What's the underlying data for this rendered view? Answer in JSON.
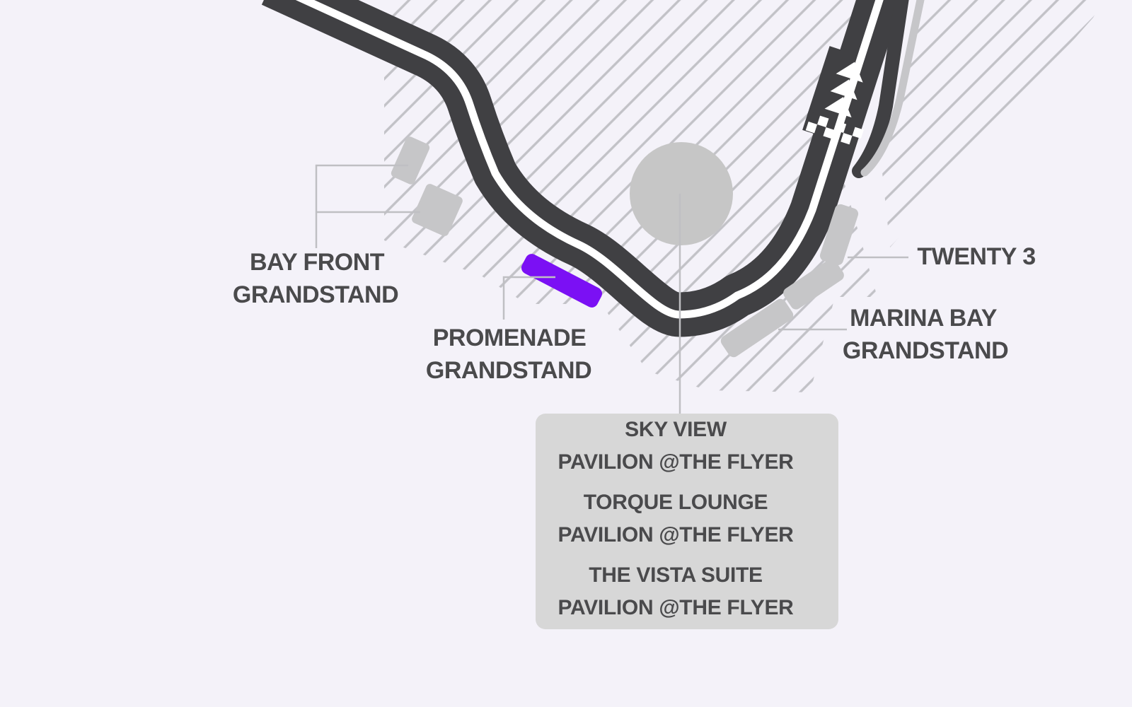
{
  "map": {
    "type": "race-circuit-seating-map",
    "labels": {
      "bay_front": {
        "line1": "BAY FRONT",
        "line2": "GRANDSTAND"
      },
      "promenade": {
        "line1": "PROMENADE",
        "line2": "GRANDSTAND"
      },
      "twenty3": {
        "label": "TWENTY 3"
      },
      "marina_bay": {
        "line1": "MARINA BAY",
        "line2": "GRANDSTAND"
      }
    },
    "pavilion_box": {
      "items": [
        {
          "name": "SKY VIEW",
          "venue": "PAVILION @THE FLYER"
        },
        {
          "name": "TORQUE LOUNGE",
          "venue": "PAVILION @THE FLYER"
        },
        {
          "name": "THE VISTA SUITE",
          "venue": "PAVILION @THE FLYER"
        }
      ]
    },
    "landmarks": {
      "flyer_circle": "observation-wheel",
      "start_finish": "checkered-line",
      "direction_arrows": "triple-chevron"
    },
    "colors": {
      "background": "#f4f2f9",
      "track": "#404043",
      "track_center_line": "#ffffff",
      "hatch": "#c2c2c7",
      "grandstand_gray": "#c6c6c8",
      "highlight_purple": "#7b10f4",
      "pavilion_box_bg": "#d7d7d7",
      "label_text": "#4a4a4c",
      "leader_line": "#bfbfc3"
    }
  }
}
